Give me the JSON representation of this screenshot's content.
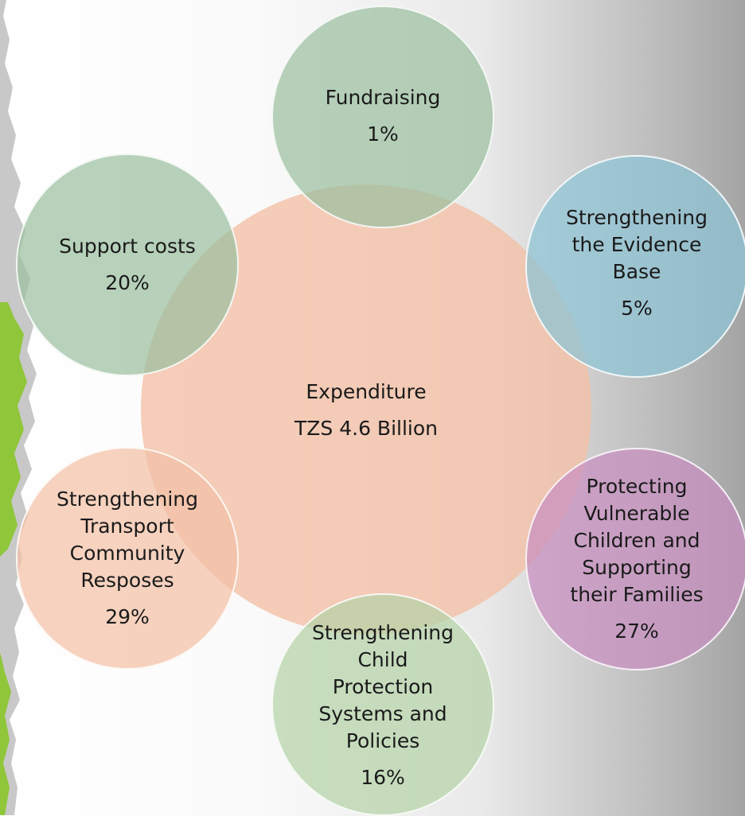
{
  "center": {
    "line1": "Expenditure",
    "line2": "TZS 4.6 Billion",
    "color": "#f3c0a6"
  },
  "nodes": [
    {
      "id": "fundraising",
      "lines": [
        "Fundraising"
      ],
      "percent": "1%",
      "color": "#9bbf9f"
    },
    {
      "id": "evidence-base",
      "lines": [
        "Strengthening",
        "the Evidence",
        "Base"
      ],
      "percent": "5%",
      "color": "#8ec3d6"
    },
    {
      "id": "protecting-children",
      "lines": [
        "Protecting",
        "Vulnerable",
        "Children and",
        "Supporting",
        "their Families"
      ],
      "percent": "27%",
      "color": "#c78fc0"
    },
    {
      "id": "child-protection-systems",
      "lines": [
        "Strengthening",
        "Child",
        "Protection",
        "Systems and",
        "Policies"
      ],
      "percent": "16%",
      "color": "#b4d3a7"
    },
    {
      "id": "community-responses",
      "lines": [
        "Strengthening",
        "Transport",
        "Community",
        "Resposes"
      ],
      "percent": "29%",
      "color": "#f3c0a6"
    },
    {
      "id": "support-costs",
      "lines": [
        "Support costs"
      ],
      "percent": "20%",
      "color": "#9bbf9f"
    }
  ]
}
